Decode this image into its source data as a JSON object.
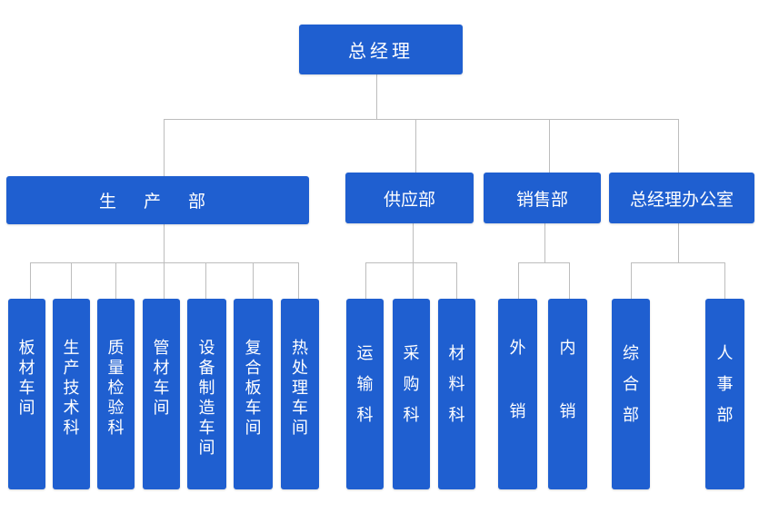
{
  "top": "总经理",
  "departments": [
    {
      "label": "生 产 部",
      "children": [
        "板材车间",
        "生产技术科",
        "质量检验科",
        "管材车间",
        "设备制造车间",
        "复合板车间",
        "热处理车间"
      ]
    },
    {
      "label": "供应部",
      "children": [
        "运输科",
        "采购科",
        "材料科"
      ]
    },
    {
      "label": "销售部",
      "children": [
        "外销",
        "内销"
      ]
    },
    {
      "label": "总经理办公室",
      "children": [
        "综合部",
        "人事部"
      ]
    }
  ]
}
